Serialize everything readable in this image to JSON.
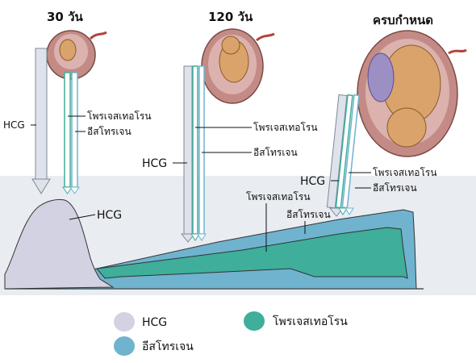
{
  "stages": [
    {
      "title": "30 วัน"
    },
    {
      "title": "120 วัน"
    },
    {
      "title": "ครบกำหนด"
    }
  ],
  "labels": {
    "hcg": "HCG",
    "progesterone": "โพรเจสเทอโรน",
    "estrogen": "อีสโทรเจน"
  },
  "legend": [
    {
      "key": "hcg",
      "label": "HCG",
      "color": "#d3d2e2"
    },
    {
      "key": "progesterone",
      "label": "โพรเจสเทอโรน",
      "color": "#3fae9a"
    },
    {
      "key": "estrogen",
      "label": "อีสโทรเจน",
      "color": "#6fb3cf"
    }
  ],
  "colors": {
    "hcg": "#d3d2e2",
    "progesterone": "#3fae9a",
    "estrogen": "#6fb3cf",
    "background_band": "#e9ecf1"
  }
}
